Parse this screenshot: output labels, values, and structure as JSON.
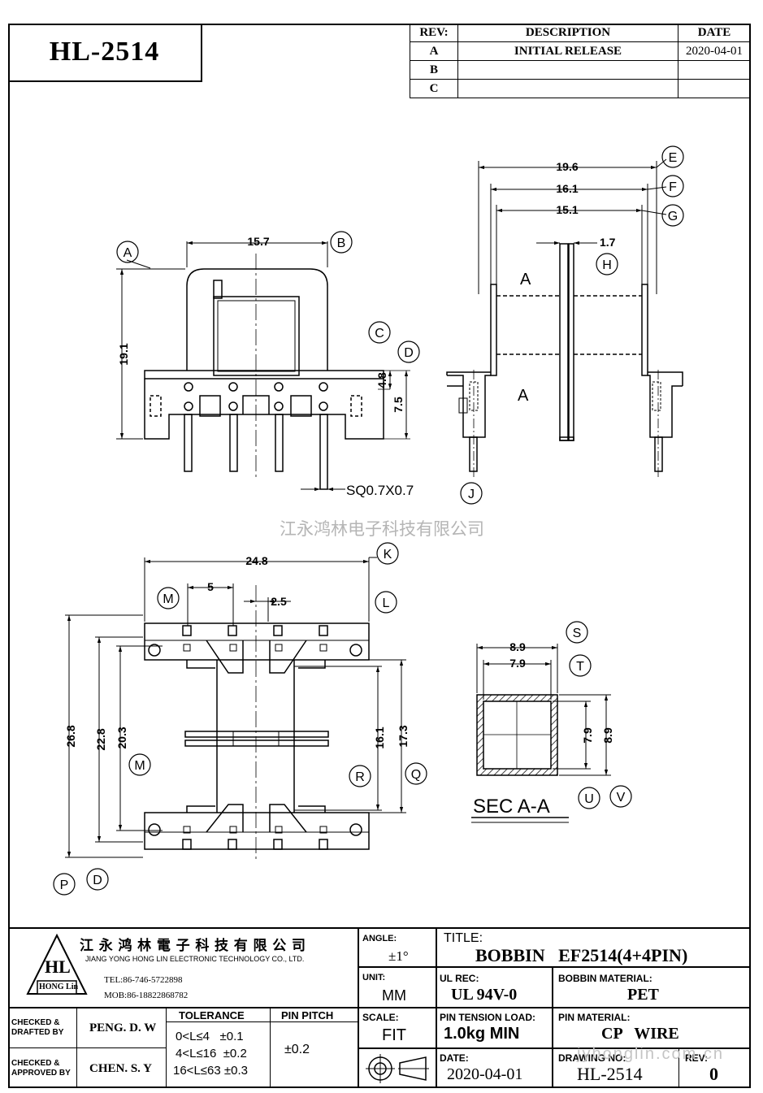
{
  "part_number": "HL-2514",
  "rev_table": {
    "headers": [
      "REV:",
      "DESCRIPTION",
      "DATE"
    ],
    "rows": [
      {
        "rev": "A",
        "description": "INITIAL RELEASE",
        "date": "2020-04-01"
      },
      {
        "rev": "B",
        "description": "",
        "date": ""
      },
      {
        "rev": "C",
        "description": "",
        "date": ""
      }
    ]
  },
  "dimensions": {
    "d15_7": "15.7",
    "d19_1": "19.1",
    "d4_8": "4.8",
    "d7_5": "7.5",
    "sq": "SQ0.7X0.7",
    "d19_6": "19.6",
    "d16_1": "16.1",
    "d15_1": "15.1",
    "d1_7": "1.7",
    "section_mark": "A",
    "d24_8": "24.8",
    "d5": "5",
    "d2_5": "2.5",
    "d26_8": "26.8",
    "d22_8": "22.8",
    "d20_3": "20.3",
    "d16_1b": "16.1",
    "d17_3": "17.3",
    "d8_9": "8.9",
    "d7_9": "7.9",
    "d7_9v": "7.9",
    "d8_9v": "8.9",
    "section_label": "SEC A-A"
  },
  "callouts": {
    "A": "A",
    "B": "B",
    "C": "C",
    "D": "D",
    "E": "E",
    "F": "F",
    "G": "G",
    "H": "H",
    "J": "J",
    "K": "K",
    "L": "L",
    "M1": "M",
    "M2": "M",
    "R": "R",
    "Q": "Q",
    "P": "P",
    "O": "D",
    "S": "S",
    "T": "T",
    "U": "U",
    "V": "V"
  },
  "watermark": "江永鸿林电子科技有限公司",
  "watermark_url": "jyhonglin.com.cn",
  "title_block": {
    "company_cn": "江 永 鸿 林 電 子 科 技 有 限 公 司",
    "company_en": "JIANG YONG HONG LIN ELECTRONIC TECHNOLOGY CO., LTD.",
    "logo_text": "HL",
    "logo_sub": "HONG Lin",
    "tel": "TEL:86-746-5722898",
    "mob": "MOB:86-18822868782",
    "angle_label": "ANGLE:",
    "angle_value": "±1°",
    "title_label": "TITLE:",
    "title_value": "BOBBIN   EF2514(4+4PIN)",
    "unit_label": "UNIT:",
    "unit_value": "MM",
    "ul_label": "UL REC:",
    "ul_value": "UL 94V-0",
    "bobbin_material_label": "BOBBIN MATERIAL:",
    "bobbin_material_value": "PET",
    "checked_drafted_label": "CHECKED & DRAFTED BY",
    "checked_drafted_value": "PENG. D. W",
    "checked_approved_label": "CHECKED & APPROVED BY",
    "checked_approved_value": "CHEN. S. Y",
    "tolerance_label": "TOLERANCE",
    "tolerance_rows": [
      "0<L≤4   ±0.1",
      "4<L≤16  ±0.2",
      "16<L≤63 ±0.3"
    ],
    "pin_pitch_label": "PIN PITCH",
    "pin_pitch_value": "±0.2",
    "scale_label": "SCALE:",
    "scale_value": "FIT",
    "pin_tension_label": "PIN TENSION LOAD:",
    "pin_tension_value": "1.0kg MIN",
    "pin_material_label": "PIN MATERIAL:",
    "pin_material_value": "CP   WIRE",
    "date_label": "DATE:",
    "date_value": "2020-04-01",
    "drawing_no_label": "DRAWING NO:",
    "drawing_no_value": "HL-2514",
    "rev_label": "REV:",
    "rev_value": "0"
  }
}
